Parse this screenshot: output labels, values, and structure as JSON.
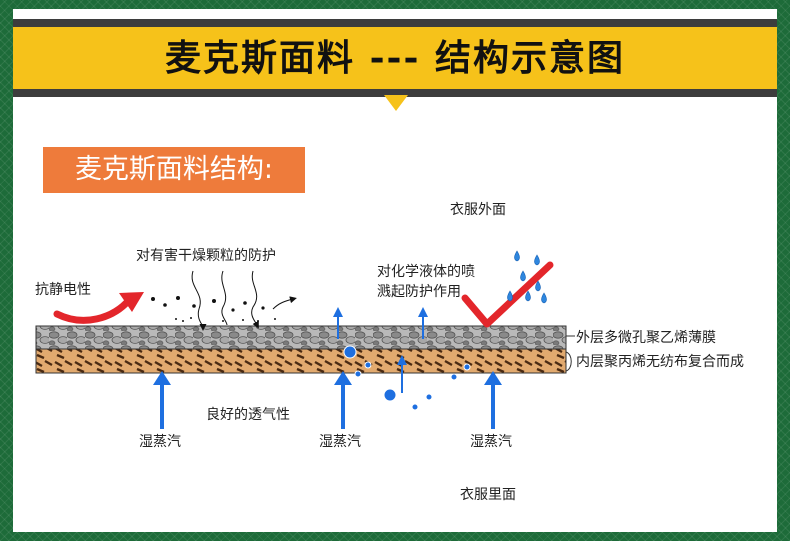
{
  "banner": {
    "title": "麦克斯面料 --- 结构示意图"
  },
  "section": {
    "label": "麦克斯面料结构:"
  },
  "labels": {
    "outside": "衣服外面",
    "inside": "衣服里面",
    "particle": "对有害干燥颗粒的防护",
    "antistatic": "抗静电性",
    "liquid_line1": "对化学液体的喷",
    "liquid_line2": "溅起防护作用",
    "outer_layer": "外层多微孔聚乙烯薄膜",
    "inner_layer": "内层聚丙烯无纺布复合而成",
    "breathability": "良好的透气性",
    "vapor": [
      "湿蒸汽",
      "湿蒸汽",
      "湿蒸汽"
    ]
  },
  "colors": {
    "banner": "#f6c21a",
    "banner_border": "#3d3d3d",
    "section_bg": "#ee7b3b",
    "arrow_blue": "#1e6fe0",
    "arrow_red": "#e3262b",
    "outer_layer": "#9c9c9c",
    "inner_layer": "#d9a26a",
    "background": "#1d6b39"
  }
}
